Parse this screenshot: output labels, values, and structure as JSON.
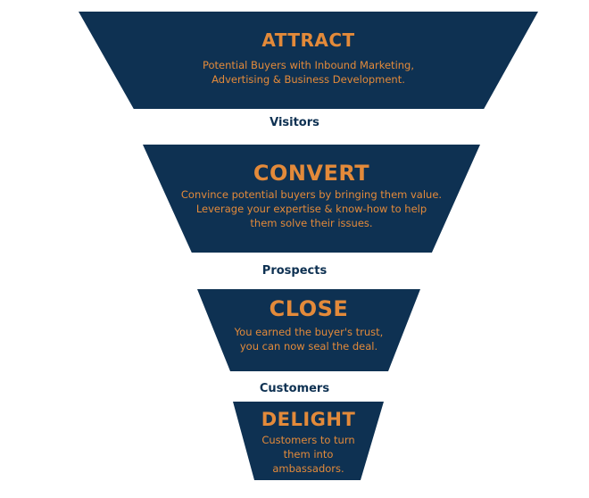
{
  "colors": {
    "navy": "#0e3152",
    "orange": "#e38a3a"
  },
  "stages": [
    {
      "title": "ATTRACT",
      "lines": [
        "Potential Buyers with Inbound Marketing,",
        "Advertising & Business Development."
      ]
    },
    {
      "title": "CONVERT",
      "lines": [
        "Convince potential buyers by bringing them value.",
        "Leverage your expertise & know-how to help",
        "them solve their issues."
      ]
    },
    {
      "title": "CLOSE",
      "lines": [
        "You earned the buyer's trust,",
        "you can now seal the deal."
      ]
    },
    {
      "title": "DELIGHT",
      "lines": [
        "Customers to turn",
        "them into",
        "ambassadors."
      ]
    }
  ],
  "transitions": [
    "Visitors",
    "Prospects",
    "Customers"
  ]
}
